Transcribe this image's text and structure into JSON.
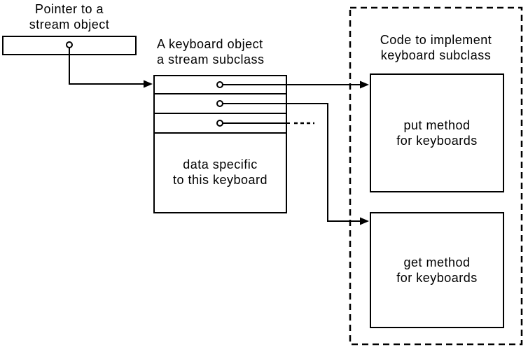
{
  "diagram": {
    "pointer": {
      "label": "Pointer to a\nstream object"
    },
    "keyboard_object": {
      "title": "A keyboard object\na stream subclass",
      "slot_count": 3,
      "data_label": "data specific\nto this keyboard"
    },
    "code_region": {
      "title": "Code to implement\nkeyboard subclass",
      "put_label": "put method\nfor keyboards",
      "get_label": "get method\nfor keyboards"
    },
    "colors": {
      "ink": "#000000",
      "background": "#ffffff"
    }
  }
}
